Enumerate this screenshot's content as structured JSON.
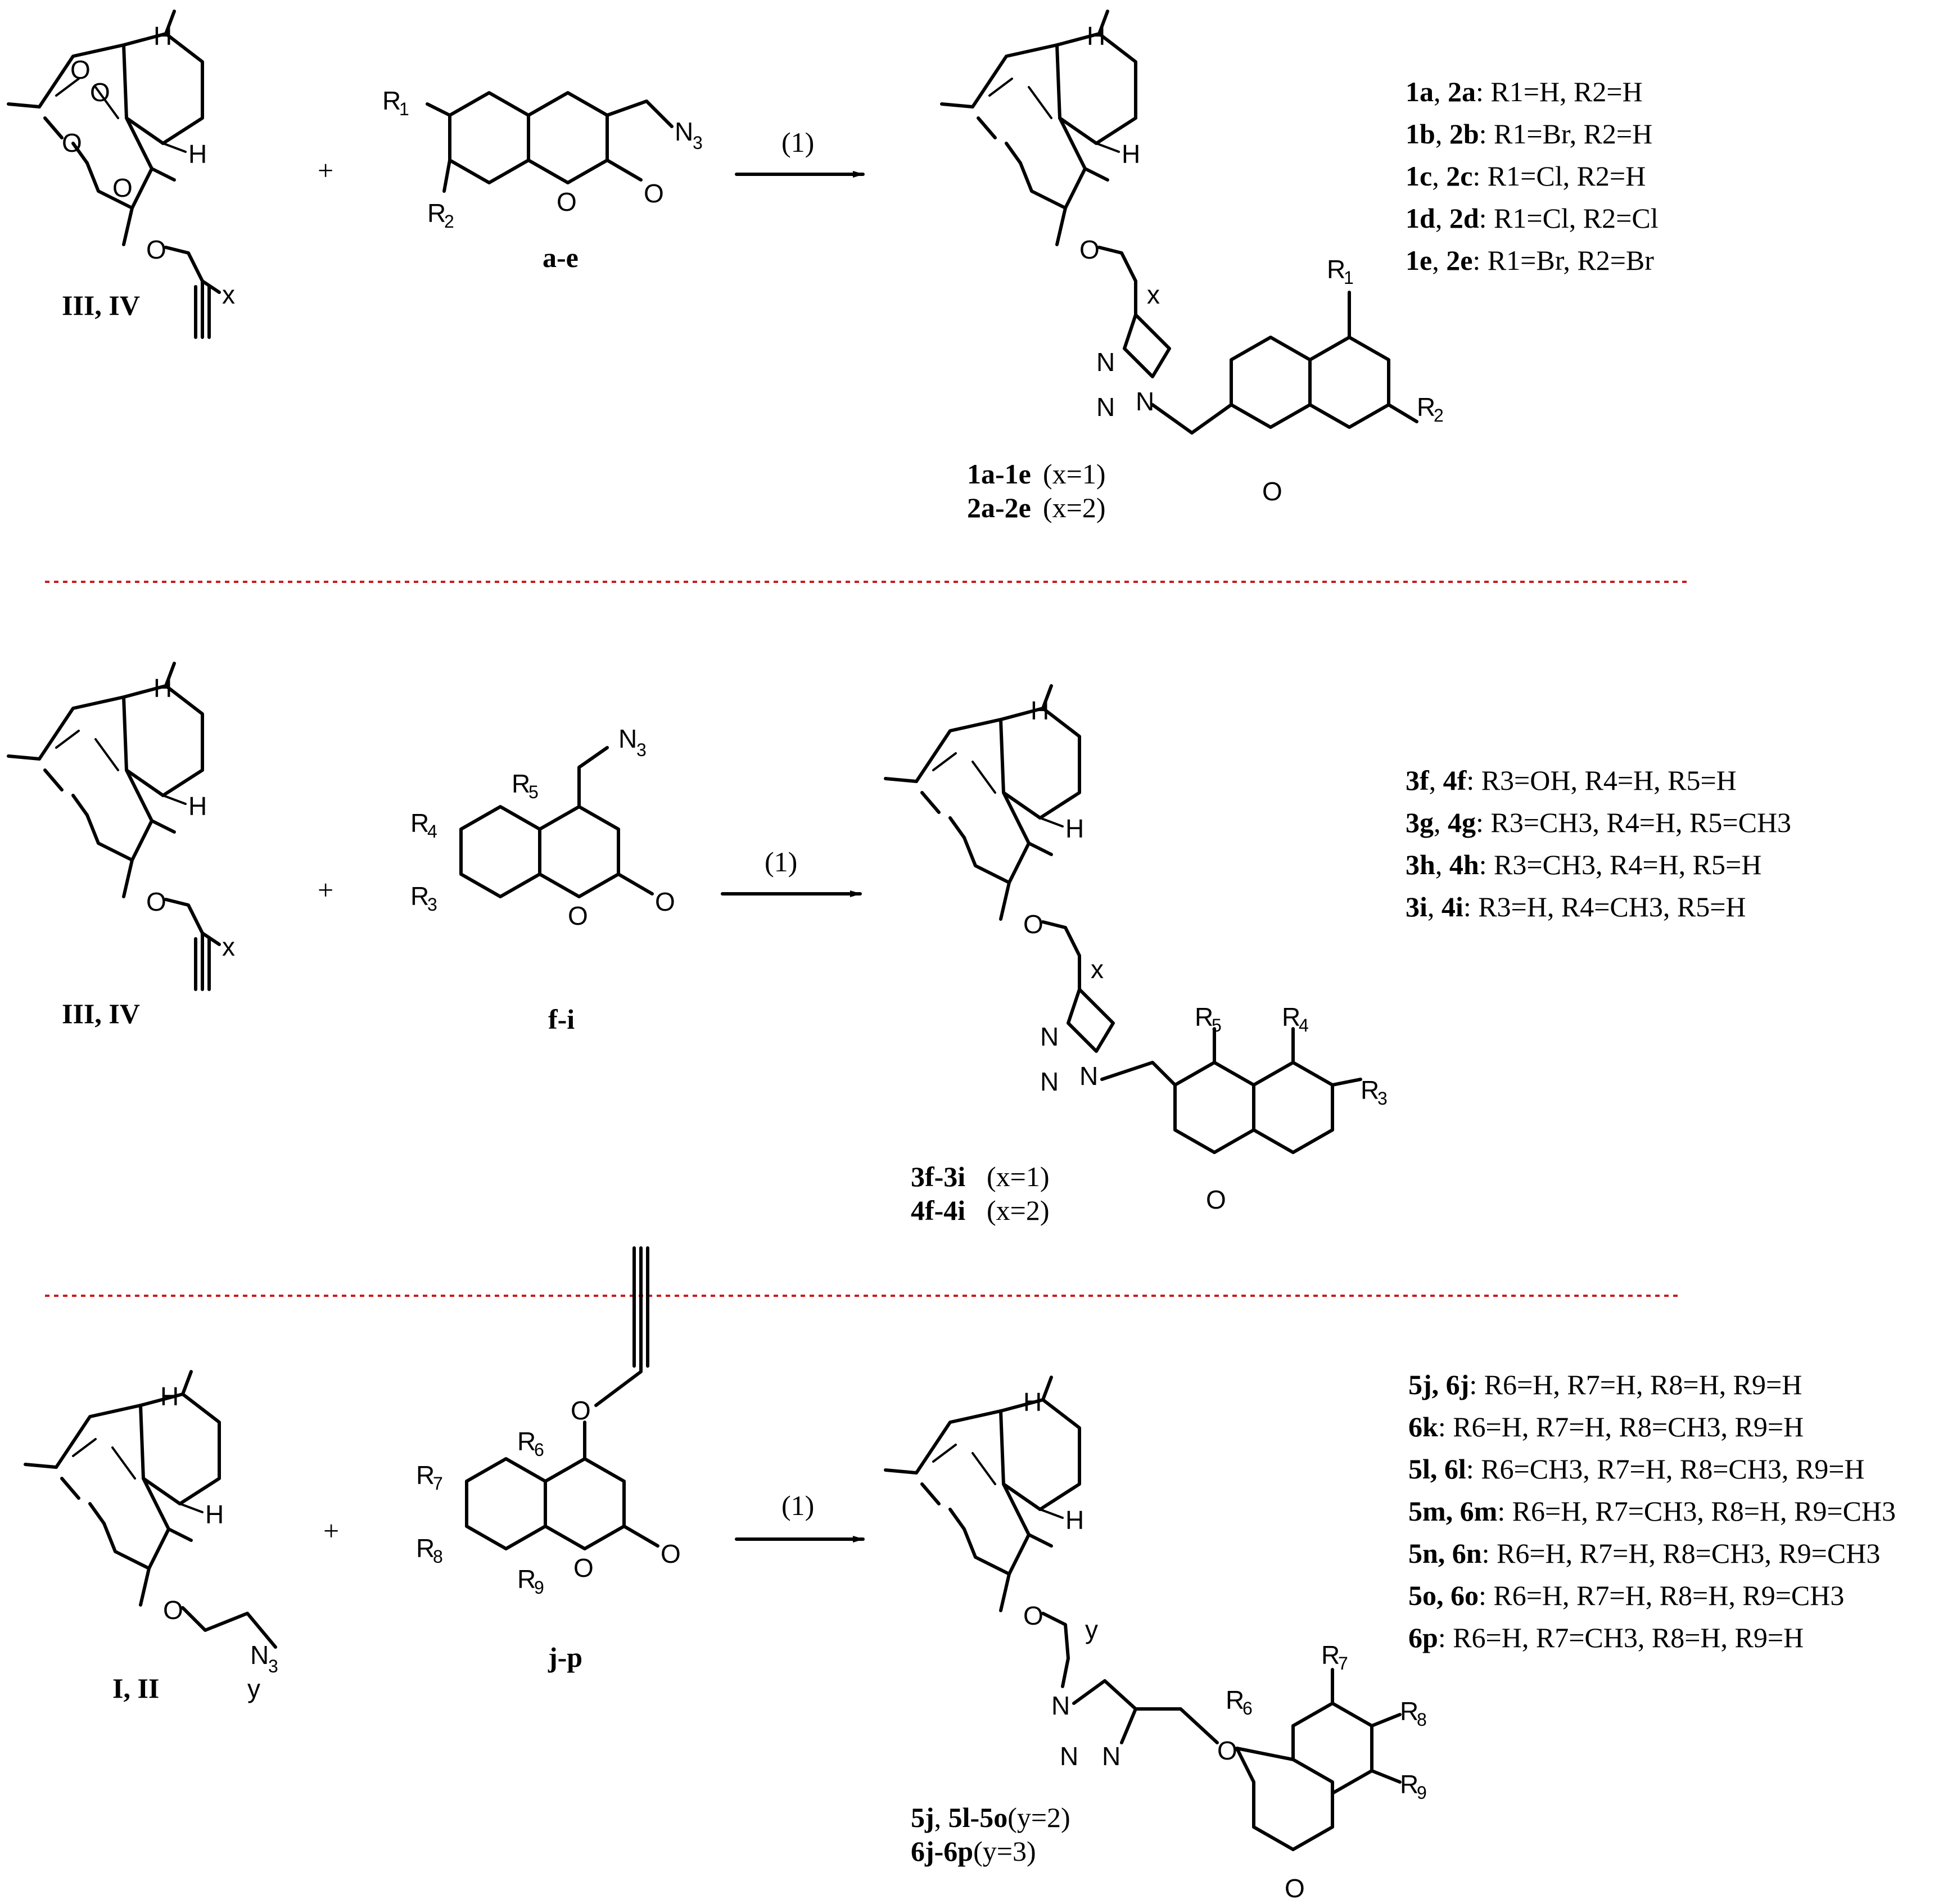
{
  "reaction_condition": "(1)",
  "plus": "+",
  "atoms": {
    "H": "H",
    "O": "O",
    "N": "N",
    "N3": "N",
    "N3_sub": "3",
    "x": "x",
    "y": "y",
    "R": "R"
  },
  "row1": {
    "sm_label": "III, IV",
    "reagent_label": "a-e",
    "product_label_1_bold": "1a-1e",
    "product_label_1_rest": "(x=1)",
    "product_label_2_bold": "2a-2e",
    "product_label_2_rest": "(x=2)",
    "substituents": [
      {
        "bold": "1a",
        "sep": ", ",
        "bold2": "2a",
        "rest": ": R1=H, R2=H"
      },
      {
        "bold": "1b",
        "sep": ", ",
        "bold2": "2b",
        "rest": ": R1=Br, R2=H"
      },
      {
        "bold": "1c",
        "sep": ", ",
        "bold2": "2c",
        "rest": ": R1=Cl, R2=H"
      },
      {
        "bold": "1d",
        "sep": ", ",
        "bold2": "2d",
        "rest": ": R1=Cl, R2=Cl"
      },
      {
        "bold": "1e",
        "sep": ", ",
        "bold2": "2e",
        "rest": ": R1=Br, R2=Br"
      }
    ]
  },
  "row2": {
    "sm_label": "III, IV",
    "reagent_label": "f-i",
    "product_label_1_bold": "3f-3i",
    "product_label_1_rest": "(x=1)",
    "product_label_2_bold": "4f-4i",
    "product_label_2_rest": "(x=2)",
    "substituents": [
      {
        "bold": "3f",
        "sep": ", ",
        "bold2": "4f",
        "rest": ": R3=OH, R4=H, R5=H"
      },
      {
        "bold": "3g",
        "sep": ", ",
        "bold2": "4g",
        "rest": ": R3=CH3, R4=H, R5=CH3"
      },
      {
        "bold": "3h",
        "sep": ", ",
        "bold2": "4h",
        "rest": ": R3=CH3, R4=H, R5=H"
      },
      {
        "bold": "3i",
        "sep": ", ",
        "bold2": "4i",
        "rest": ": R3=H, R4=CH3, R5=H"
      }
    ]
  },
  "row3": {
    "sm_label": "I, II",
    "reagent_label": "j-p",
    "product_label_1_bold": "5j",
    "product_label_1_mid": ", ",
    "product_label_1_bold2": "5l-5o",
    "product_label_1_rest": "(y=2)",
    "product_label_2_bold": "6j-6p",
    "product_label_2_rest": "(y=3)",
    "substituents": [
      {
        "bold": "5j, 6j",
        "rest": ": R6=H, R7=H, R8=H, R9=H"
      },
      {
        "bold": "6k",
        "rest": ": R6=H, R7=H, R8=CH3, R9=H"
      },
      {
        "bold": "5l, 6l",
        "rest": ": R6=CH3, R7=H, R8=CH3, R9=H"
      },
      {
        "bold": "5m, 6m",
        "rest": ": R6=H, R7=CH3, R8=H, R9=CH3"
      },
      {
        "bold": "5n, 6n",
        "rest": ": R6=H, R7=H, R8=CH3, R9=CH3"
      },
      {
        "bold": "5o, 6o",
        "rest": ": R6=H, R7=H, R8=H, R9=CH3"
      },
      {
        "bold": "6p",
        "rest": ": R6=H, R7=CH3, R8=H, R9=H"
      }
    ]
  },
  "colors": {
    "separator": "#d01818",
    "ink": "#000000"
  }
}
